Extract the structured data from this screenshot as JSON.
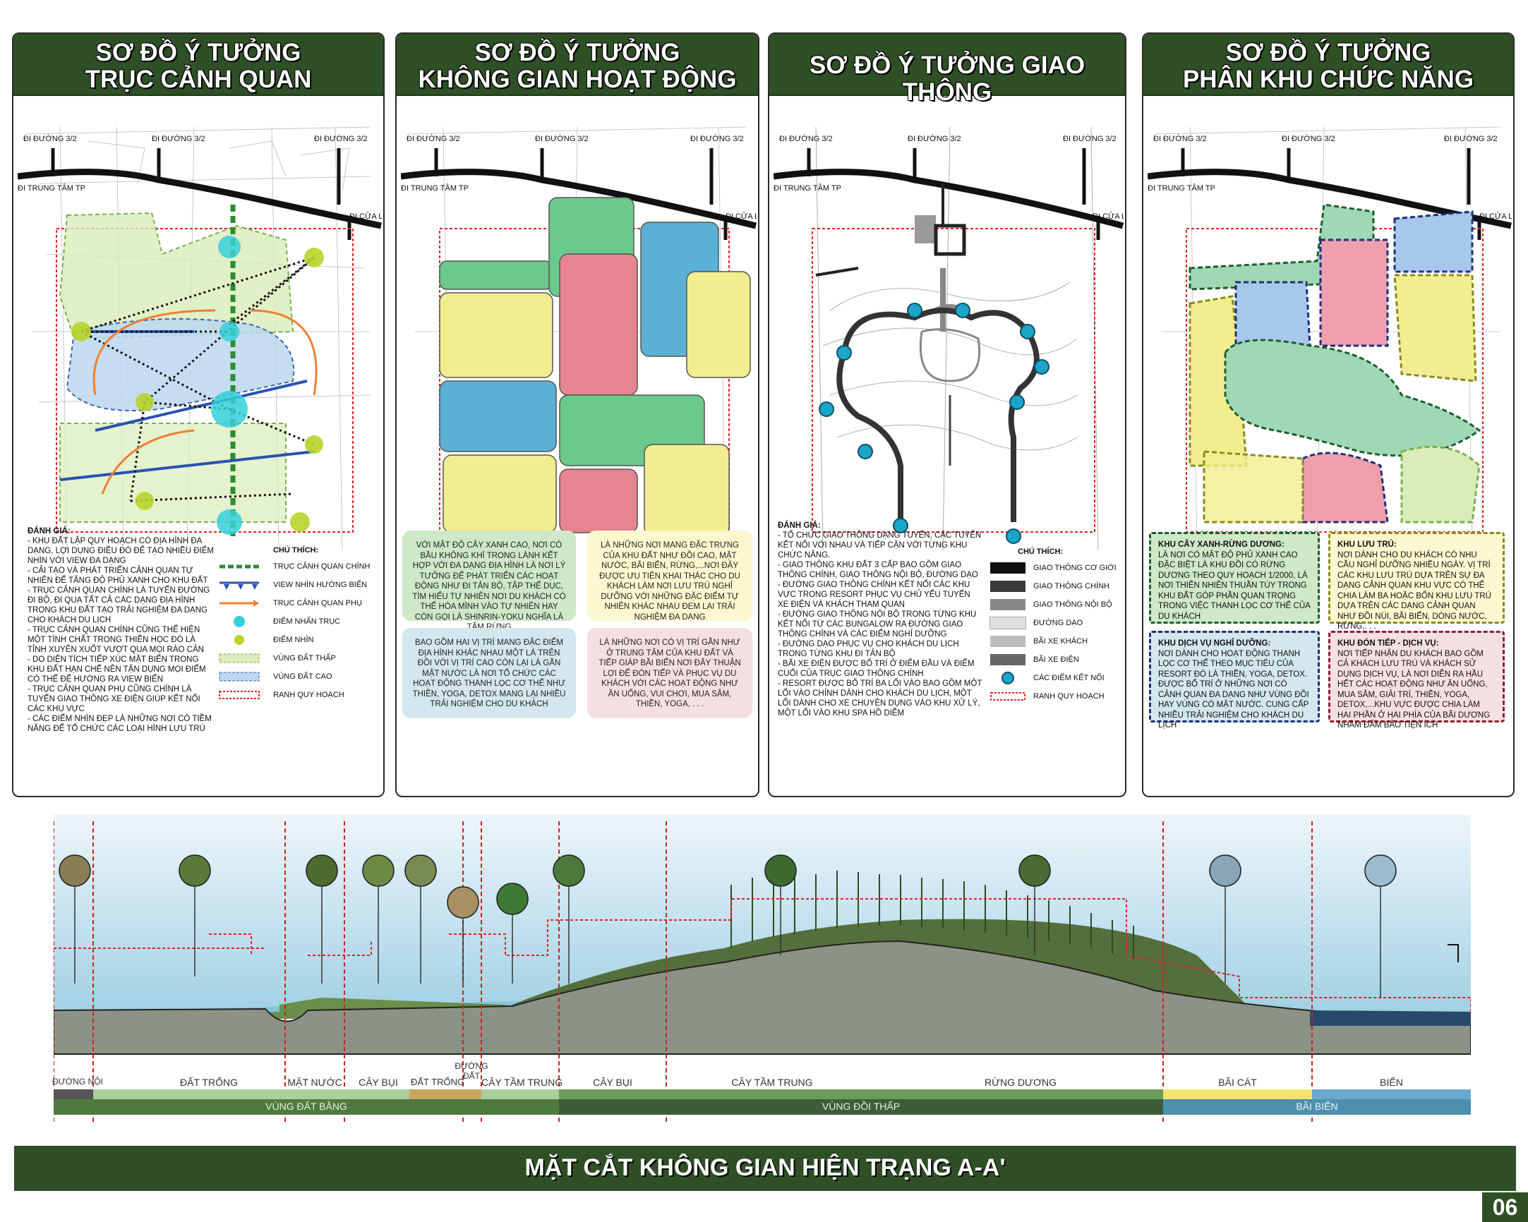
{
  "roads": {
    "top": "ĐI ĐƯỜNG 3/2",
    "left": "ĐI TRUNG TÂM TP",
    "right": "ĐI CỬA LẤP"
  },
  "panel1": {
    "title_line1": "SƠ ĐỒ Ý TƯỞNG",
    "title_line2": "TRỤC CẢNH QUAN",
    "eval_title": "ĐÁNH GIÁ:",
    "eval_lines": [
      "- KHU ĐẤT LẬP QUY HOẠCH CÓ ĐỊA HÌNH ĐA DẠNG, LỢI DỤNG ĐIỀU ĐÓ ĐỂ TẠO NHIỀU ĐIỂM NHÌN VỚI VIEW ĐA DẠNG",
      "- CẢI TẠO VÀ PHÁT TRIỂN CẢNH QUAN TỰ NHIÊN ĐỂ TĂNG ĐỘ PHỦ XANH CHO KHU ĐẤT",
      "- TRỤC CẢNH QUAN CHÍNH LÀ TUYẾN ĐƯỜNG ĐI BỘ, ĐI QUA TẤT CẢ CÁC DẠNG ĐỊA HÌNH TRONG KHU ĐẤT TẠO TRẢI NGHIỆM ĐA DẠNG CHO KHÁCH DU LỊCH",
      "- TRỤC CẢNH QUAN CHÍNH CŨNG THỂ HIỆN MỘT TÍNH CHẤT TRONG THIỀN HỌC ĐÓ LÀ TỈNH XUYÊN XUỐT VƯỢT QUA MỌI RÀO CẢN",
      "- DO DIỆN TÍCH TIẾP XÚC MẶT BIỂN TRONG KHU ĐẤT HẠN CHẾ NÊN TẬN DỤNG MỌI ĐIỂM CÓ THỂ ĐỂ HƯỚNG RA VIEW BIỂN",
      "- TRỤC CẢNH QUAN PHỤ CŨNG CHÍNH LÀ TUYẾN GIAO THÔNG XE ĐIỆN GIÚP KẾT NỐI CÁC KHU VỰC",
      "- CÁC ĐIỂM NHÌN ĐẸP LÀ NHỮNG NƠI CÓ TIỀM NĂNG ĐỂ TỔ CHỨC CÁC LOẠI HÌNH LƯU TRÚ"
    ],
    "legend_title": "CHÚ THÍCH:",
    "legend": [
      "TRỤC CẢNH QUAN CHÍNH",
      "VIEW NHÌN HƯỚNG BIỂN",
      "TRỤC CẢNH QUAN PHỤ",
      "ĐIỂM NHẤN TRỤC",
      "ĐIỂM NHÌN",
      "VÙNG ĐẤT THẤP",
      "VÙNG ĐẤT CAO",
      "RANH QUY HOẠCH"
    ]
  },
  "panel2": {
    "title_line1": "SƠ ĐỒ Ý TƯỞNG",
    "title_line2": "KHÔNG GIAN HOẠT ĐỘNG",
    "boxes": [
      {
        "text": "VỚI MẬT ĐỘ CÂY XANH CAO, NƠI CÓ BẦU KHÔNG KHÍ TRONG LÀNH KẾT HỢP VỚI ĐA DẠNG ĐỊA HÌNH LÀ NƠI LÝ TƯỞNG ĐỂ PHÁT TRIỂN CÁC HOẠT ĐỘNG NHƯ ĐI TẢN BỘ, TẬP THỂ DỤC, TÌM HIỂU TỰ NHIÊN NƠI DU KHÁCH CÓ THỂ HÒA MÌNH VÀO TỰ NHIÊN HAY CÒN GỌI LÀ SHINRIN-YOKU NGHĨA LÀ TẮM RỪNG",
        "color": "#cfe8c8"
      },
      {
        "text": "LÀ NHỮNG NƠI MANG ĐẶC TRƯNG CỦA KHU ĐẤT NHƯ ĐỒI CAO, MẶT NƯỚC, BÃI BIỂN, RỪNG,...NƠI ĐÂY ĐƯỢC ƯU TIÊN KHAI THÁC CHO DU KHÁCH LÀM NƠI LƯU TRÚ NGHỈ DƯỠNG VỚI NHỮNG ĐẶC ĐIỂM TỰ NHIÊN KHÁC NHAU ĐEM LẠI TRẢI NGHIỆM ĐA DẠNG",
        "color": "#fbf7cf"
      },
      {
        "text": "BAO GỒM HAI VỊ TRÍ MANG ĐẶC ĐIỂM ĐỊA HÌNH KHÁC NHAU MỘT LÀ TRÊN ĐỒI VỚI VỊ TRÍ CAO CÒN LẠI LÀ GẦN MẶT NƯỚC LÀ NƠI TỔ CHỨC CÁC HOẠT ĐỘNG THANH LỌC CƠ THỂ NHƯ THIỀN, YOGA, DETOX MANG LẠI NHIỀU TRẢI NGHIỆM CHO DU KHÁCH",
        "color": "#d4e6ee"
      },
      {
        "text": "LÀ NHỮNG NƠI CÓ VỊ TRÍ GẦN NHƯ Ở TRUNG TÂM CỦA KHU ĐẤT VÀ TIẾP GIÁP BÃI BIỂN NƠI ĐÂY THUẬN LỢI ĐỂ ĐÓN TIẾP VÀ PHỤC VỤ DU KHÁCH VỚI CÁC HOẠT ĐỘNG NHƯ ĂN UỐNG, VUI CHƠI, MUA SẮM, THIỀN, YOGA, . . .",
        "color": "#f6dfe3"
      }
    ]
  },
  "panel3": {
    "title": "SƠ ĐỒ Ý TƯỞNG GIAO THÔNG",
    "eval_title": "ĐÁNH GIÁ:",
    "eval_lines": [
      "- TỔ CHỨC GIAO THÔNG DẠNG TUYẾN, CÁC TUYẾN KẾT NỐI VỚI NHAU VÀ TIẾP CẬN VỚI TỪNG KHU CHỨC NĂNG.",
      "- GIAO THÔNG KHU ĐẤT 3 CẤP BAO GỒM GIAO THÔNG CHÍNH, GIAO THÔNG NỘI BỘ, ĐƯỜNG DẠO",
      "- ĐƯỜNG GIAO THÔNG CHÍNH KẾT NỐI CÁC KHU VỰC TRONG RESORT PHỤC VỤ CHỦ YẾU TUYẾN XE ĐIỆN VÀ KHÁCH THAM QUAN",
      "- ĐƯỜNG GIAO THÔNG NỘI BỘ TRONG TỪNG KHU KẾT NỐI TỪ CÁC BUNGALOW RA ĐƯỜNG GIAO THÔNG CHÍNH VÀ CÁC ĐIỂM NGHỈ DƯỠNG",
      "- ĐƯỜNG DẠO PHỤC VỤ CHO KHÁCH DU LỊCH TRONG TỪNG KHU ĐI TẢN BỘ",
      "- BÃI XE ĐIỆN ĐƯỢC BỐ TRÍ Ở ĐIỂM ĐẦU VÀ ĐIỂM CUỐI CỦA TRỤC GIAO THÔNG CHÍNH",
      "- RESORT ĐƯỢC BỐ TRÍ BA LỐI VÀO BAO GỒM MỘT LỐI VÀO CHÍNH DÀNH CHO KHÁCH DU LỊCH, MỘT LỐI DÀNH CHO XE CHUYÊN DỤNG VÀO KHU XỬ LÝ, MỘT LỐI VÀO KHU SPA HỒ DIỄM"
    ],
    "legend_title": "CHÚ THÍCH:",
    "legend": [
      "GIAO THÔNG CƠ GIỚI",
      "GIAO THÔNG CHÍNH",
      "GIAO THÔNG NỘI BỘ",
      "ĐƯỜNG DẠO",
      "BÃI XE KHÁCH",
      "BÃI XE ĐIỆN",
      "CÁC ĐIỂM KẾT NỐI",
      "RANH QUY HOẠCH"
    ]
  },
  "panel4": {
    "title_line1": "SƠ ĐỒ Ý TƯỞNG",
    "title_line2": "PHÂN KHU CHỨC NĂNG",
    "zones": [
      {
        "title": "KHU CÂY XANH-RỪNG DƯƠNG:",
        "text": "LÀ NƠI CÓ MẬT ĐỘ PHỦ XANH CAO ĐẶC BIỆT LÀ KHU ĐỒI CÓ RỪNG DƯƠNG THEO QUY HOẠCH 1/2000, LÀ NƠI THIÊN NHIÊN THUẦN TÚY TRONG KHU ĐẤT GÓP PHẦN QUAN TRỌNG TRONG VIỆC THANH LỌC CƠ THỂ CỦA DU KHÁCH",
        "color": "#cfe8c8",
        "border": "#2b3a8c"
      },
      {
        "title": "KHU LƯU TRÚ:",
        "text": "NƠI DÀNH CHO DU KHÁCH CÓ NHU CẦU NGHỈ DƯỠNG NHIỀU NGÀY. VỊ TRÍ CÁC KHU LƯU TRÚ DỰA TRÊN SỰ ĐA DẠNG CẢNH QUAN KHU VỰC CÓ THỂ CHIA LÀM BA HOẶC BỐN KHU LƯU TRÚ DỰA TRÊN CÁC DẠNG CẢNH QUAN NHƯ ĐỒI NÚI, BÃI BIỂN, DÒNG NƯỚC, RỪNG,. . .",
        "color": "#fbf7cf",
        "border": "#7c7a1a"
      },
      {
        "title": "KHU DỊCH VỤ NGHỈ DƯỠNG:",
        "text": "NƠI DÀNH CHO HOẠT ĐỘNG THANH LỌC CƠ THỂ THEO MỤC TIÊU CỦA RESORT ĐÓ LÀ THIỀN, YOGA, DETOX. ĐƯỢC BỐ TRÍ Ở NHỮNG NƠI CÓ CẢNH QUAN ĐA DẠNG NHƯ VÙNG ĐỒI HAY VÙNG CÓ MẶT NƯỚC. CUNG CẤP NHIỀU TRẢI NGHIỆM CHO KHÁCH DU LỊCH",
        "color": "#d4e6ee",
        "border": "#2b3a8c"
      },
      {
        "title": "KHU ĐÓN TIẾP - DỊCH VỤ:",
        "text": "NƠI TIẾP NHẬN DU KHÁCH BAO GỒM CẢ KHÁCH LƯU TRÚ VÀ KHÁCH SỬ DỤNG DỊCH VỤ, LÀ NƠI DIỄN RA HẦU HẾT CÁC HOẠT ĐỘNG NHƯ ĂN UỐNG, MUA SẮM, GIẢI TRÍ, THIỀN, YOGA, DETOX,...KHU VỰC ĐƯỢC CHIA LÀM HAI PHẦN Ở HAI PHÍA CỦA BÃI DƯƠNG NHẰM ĐẢM BẢO TIỆN ÍCH",
        "color": "#f6dfe3",
        "border": "#2b3a8c"
      }
    ]
  },
  "section": {
    "top_labels": [
      "ĐƯỜNG NỘI",
      "ĐẤT TRỐNG",
      "MẶT NƯỚC",
      "CÂY BỤI",
      "ĐẤT TRỐNG",
      "ĐƯỜNG ĐẤT",
      "CÂY TẦM TRUNG",
      "CÂY BỤI",
      "CÂY TẦM TRUNG",
      "RỪNG DƯƠNG",
      "BÃI CÁT",
      "BIỂN"
    ],
    "bottom_labels": [
      "VÙNG ĐẤT BẰNG",
      "VÙNG ĐỒI THẤP",
      "BÃI BIỂN"
    ]
  },
  "footer": {
    "title": "MẶT CẮT KHÔNG GIAN HIỆN TRẠNG  A-A'",
    "page": "06"
  }
}
